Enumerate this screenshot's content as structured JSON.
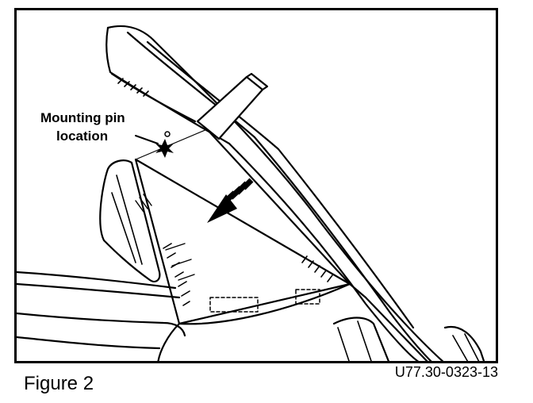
{
  "illustration": {
    "callout_line_1": "Mounting pin",
    "callout_line_2": "location"
  },
  "caption": "Figure 2",
  "reference_code": "U77.30-0323-13"
}
